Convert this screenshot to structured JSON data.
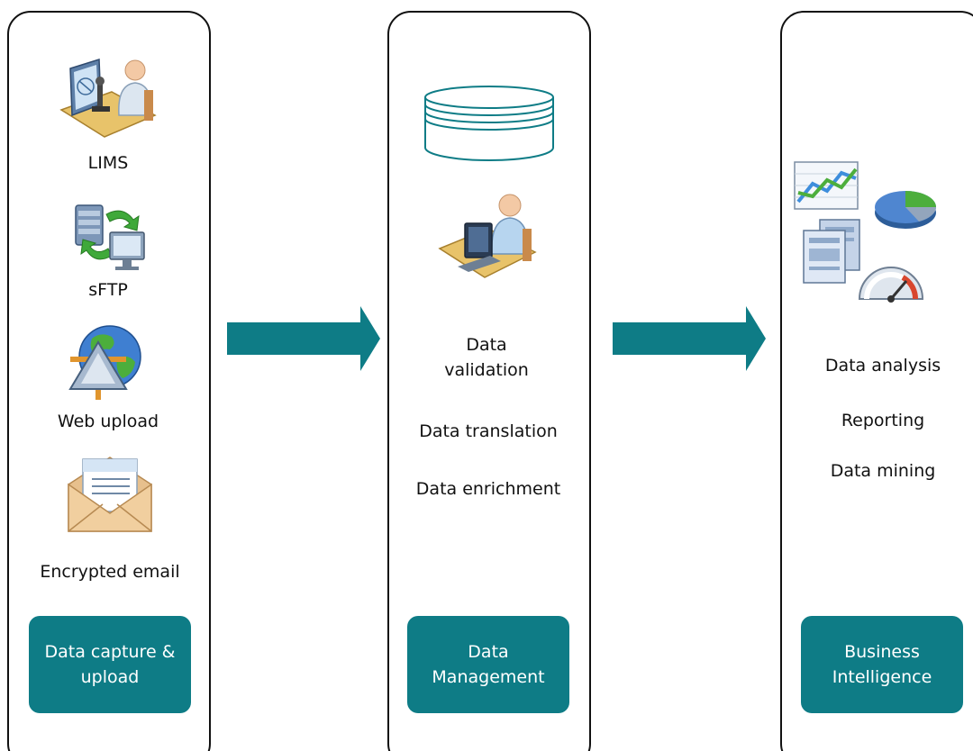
{
  "colors": {
    "accent": "#0e7c86",
    "text": "#111111",
    "border": "#111111"
  },
  "capture": {
    "items": [
      {
        "label": "LIMS",
        "icon": "lab-workstation-icon"
      },
      {
        "label": "sFTP",
        "icon": "server-transfer-icon"
      },
      {
        "label": "Web upload",
        "icon": "globe-upload-icon"
      },
      {
        "label": "Encrypted email",
        "icon": "envelope-icon"
      }
    ],
    "stage_label": "Data capture &\nupload"
  },
  "manage": {
    "items": [
      {
        "label": "Data\nvalidation"
      },
      {
        "label": "Data translation"
      },
      {
        "label": "Data enrichment"
      }
    ],
    "icons": [
      "database-icon",
      "operator-workstation-icon"
    ],
    "stage_label": "Data\nManagement"
  },
  "bi": {
    "items": [
      {
        "label": "Data analysis"
      },
      {
        "label": "Reporting"
      },
      {
        "label": "Data mining"
      }
    ],
    "icons": [
      "line-chart-icon",
      "pie-chart-icon",
      "documents-icon",
      "gauge-icon"
    ],
    "stage_label": "Business\nIntelligence"
  }
}
